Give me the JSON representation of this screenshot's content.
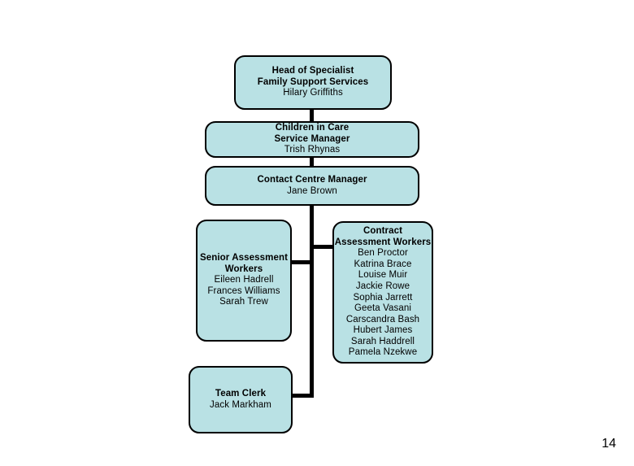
{
  "chart_data": {
    "type": "diagram",
    "diagram_kind": "organisational-chart",
    "title": "",
    "accent_fill": "#b9e1e4",
    "border_color": "#000000",
    "connector_color": "#000000",
    "nodes": [
      {
        "id": "head",
        "titles": [
          "Head of Specialist",
          "Family Support Services"
        ],
        "people": [
          "Hilary Griffiths"
        ]
      },
      {
        "id": "children",
        "titles": [
          "Children in Care",
          "Service Manager"
        ],
        "people": [
          "Trish Rhynas"
        ]
      },
      {
        "id": "contact",
        "titles": [
          "Contact Centre Manager"
        ],
        "people": [
          "Jane Brown"
        ]
      },
      {
        "id": "senior",
        "titles": [
          "Senior Assessment",
          "Workers"
        ],
        "people": [
          "Eileen Hadrell",
          "Frances Williams",
          "Sarah Trew"
        ]
      },
      {
        "id": "contract",
        "titles": [
          "Contract",
          "Assessment Workers"
        ],
        "people": [
          "Ben Proctor",
          "Katrina Brace",
          "Louise Muir",
          "Jackie Rowe",
          "Sophia Jarrett",
          "Geeta Vasani",
          "Carscandra Bash",
          "Hubert James",
          "Sarah Haddrell",
          "Pamela Nzekwe"
        ]
      },
      {
        "id": "clerk",
        "titles": [
          "Team Clerk"
        ],
        "people": [
          "Jack Markham"
        ]
      }
    ],
    "edges": [
      {
        "from": "head",
        "to": "children"
      },
      {
        "from": "children",
        "to": "contact"
      },
      {
        "from": "contact",
        "to": "senior"
      },
      {
        "from": "contact",
        "to": "contract"
      },
      {
        "from": "contact",
        "to": "clerk"
      }
    ]
  },
  "nodes": {
    "head": {
      "title_line_1": "Head of Specialist",
      "title_line_2": "Family Support Services",
      "person_1": "Hilary Griffiths"
    },
    "children": {
      "title_line_1": "Children in Care",
      "title_line_2": "Service Manager",
      "person_1": "Trish Rhynas"
    },
    "contact": {
      "title_line_1": "Contact Centre Manager",
      "person_1": "Jane Brown"
    },
    "senior": {
      "title_line_1": "Senior Assessment",
      "title_line_2": "Workers",
      "person_1": "Eileen Hadrell",
      "person_2": "Frances Williams",
      "person_3": "Sarah Trew"
    },
    "contract": {
      "title_line_1": "Contract",
      "title_line_2": "Assessment Workers",
      "person_1": "Ben Proctor",
      "person_2": "Katrina Brace",
      "person_3": "Louise Muir",
      "person_4": "Jackie Rowe",
      "person_5": "Sophia Jarrett",
      "person_6": "Geeta Vasani",
      "person_7": "Carscandra Bash",
      "person_8": "Hubert James",
      "person_9": "Sarah Haddrell",
      "person_10": "Pamela Nzekwe"
    },
    "clerk": {
      "title_line_1": "Team Clerk",
      "person_1": "Jack Markham"
    }
  },
  "footer": {
    "page_number": "14"
  }
}
